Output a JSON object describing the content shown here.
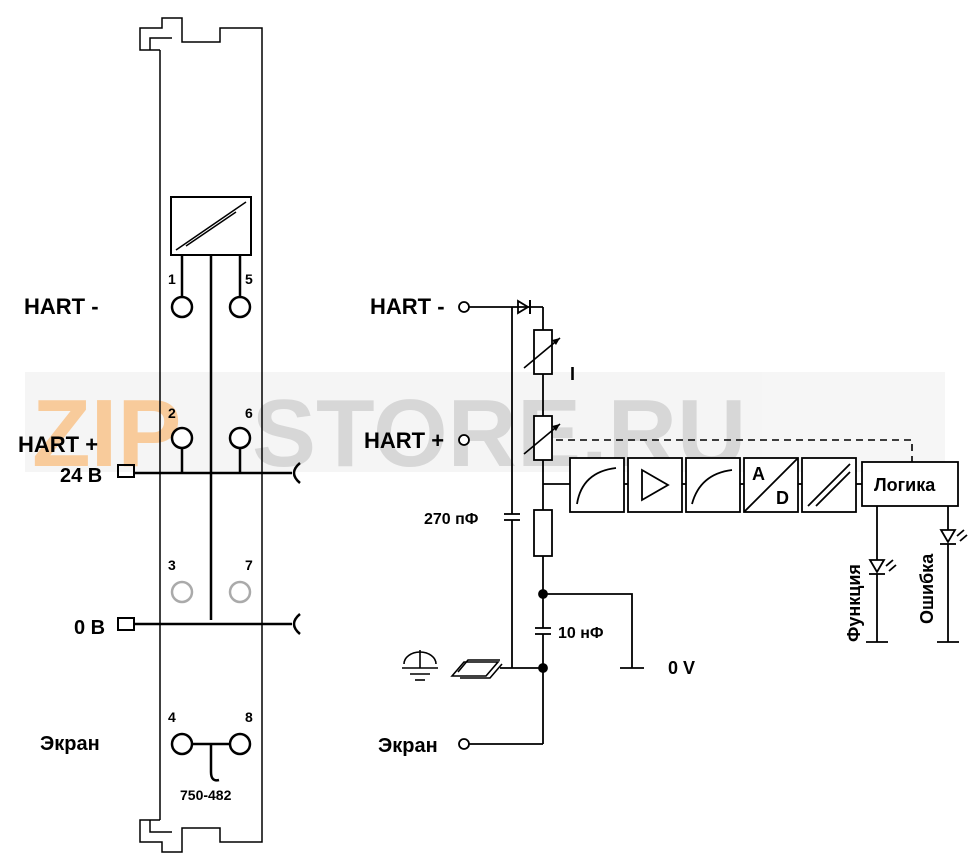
{
  "module": {
    "part_number": "750-482",
    "left_labels": {
      "hart_minus": "HART  -",
      "hart_plus": "HART  +",
      "v24": "24 В",
      "v0": "0 В",
      "screen": "Экран"
    },
    "terminal_numbers": [
      "1",
      "5",
      "2",
      "6",
      "3",
      "7",
      "4",
      "8"
    ]
  },
  "circuit": {
    "hart_minus": "HART -",
    "hart_plus": "HART +",
    "current_symbol": "I",
    "cap1": "270 пФ",
    "cap2": "10 нФ",
    "zero_v": "0 V",
    "screen": "Экран",
    "logic": "Логика",
    "adc_a": "A",
    "adc_d": "D",
    "led_function": "Функция",
    "led_error": "Ошибка"
  },
  "watermark": {
    "part1": "ZIP",
    "part2": "STORE.RU",
    "color1": "#f4a24a",
    "color2": "#c8c8c8"
  }
}
